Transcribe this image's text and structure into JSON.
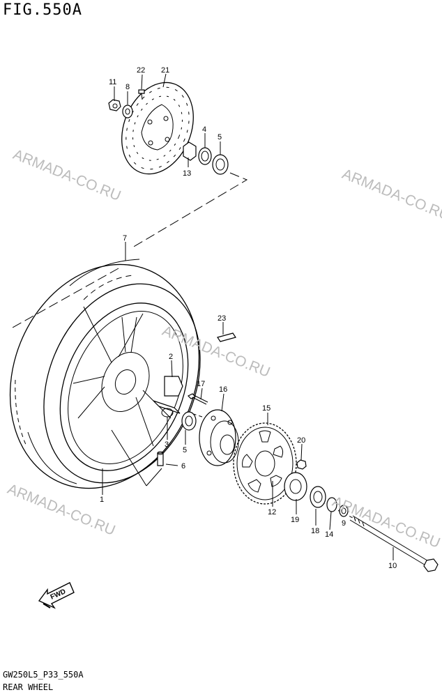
{
  "figure": {
    "title": "FIG.550A"
  },
  "footer": {
    "code": "GW250L5_P33_550A",
    "name": "REAR WHEEL"
  },
  "watermarks": [
    "ARMADA-CO.RU",
    "ARMADA-CO.RU",
    "ARMADA-CO.RU",
    "ARMADA-CO.RU",
    "ARMADA-CO.RU"
  ],
  "fwd_label": "FWD",
  "callouts": [
    "22",
    "21",
    "11",
    "8",
    "4",
    "5",
    "13",
    "7",
    "23",
    "2",
    "17",
    "16",
    "15",
    "20",
    "3",
    "5",
    "6",
    "1",
    "12",
    "19",
    "18",
    "14",
    "9",
    "10"
  ]
}
